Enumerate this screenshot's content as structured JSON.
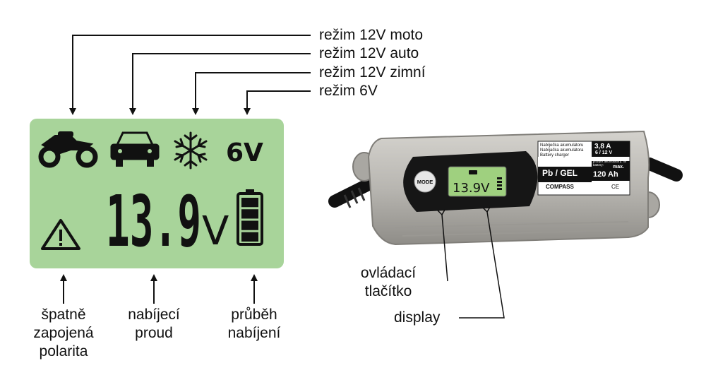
{
  "modes": {
    "moto": "režim 12V moto",
    "auto": "režim 12V auto",
    "winter": "režim 12V zimní",
    "six_volt": "režim 6V"
  },
  "lcd": {
    "six_volt_symbol": "6V",
    "voltage": "13.9",
    "unit": "V",
    "battery_bars": 4,
    "background": "#a8d49a"
  },
  "legend_bottom": {
    "polarity": [
      "špatně",
      "zapojená",
      "polarita"
    ],
    "current": [
      "nabíjecí",
      "proud"
    ],
    "progress": [
      "průběh",
      "nabíjení"
    ]
  },
  "device": {
    "mode_button_label": "MODE",
    "display_value": "13.9V",
    "spec_lines": [
      "Nabíječka akumulátoru",
      "Nabíjačka akumulátora",
      "Battery charger"
    ],
    "type": "Pb / GEL",
    "current": "3,8 A",
    "voltage": "6 / 12 V",
    "capacity_note": "pro/pre akumulátory: for battery:",
    "capacity_max": "max.",
    "capacity": "120 Ah",
    "brand": "COMPASS",
    "ce": "CE"
  },
  "callouts": {
    "button": [
      "ovládací",
      "tlačítko"
    ],
    "display": "display"
  },
  "colors": {
    "lcd_green": "#a8d49a",
    "housing": "#b9b7b2",
    "label_black": "#111111"
  }
}
